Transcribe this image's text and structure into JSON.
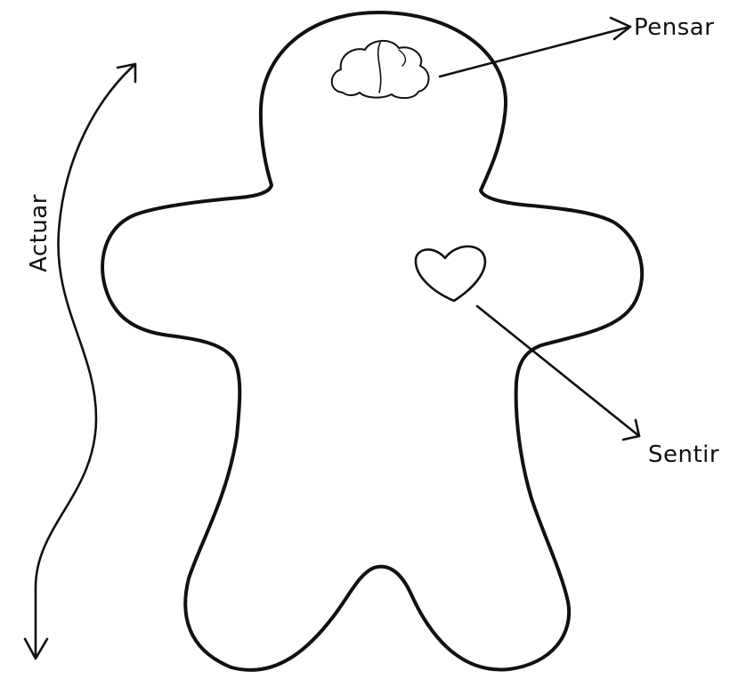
{
  "labels": {
    "think": "Pensar",
    "feel": "Sentir",
    "act": "Actuar"
  },
  "colors": {
    "ink": "#111111",
    "background": "#ffffff"
  },
  "icons": {
    "brain": "brain-icon",
    "heart": "heart-icon"
  }
}
